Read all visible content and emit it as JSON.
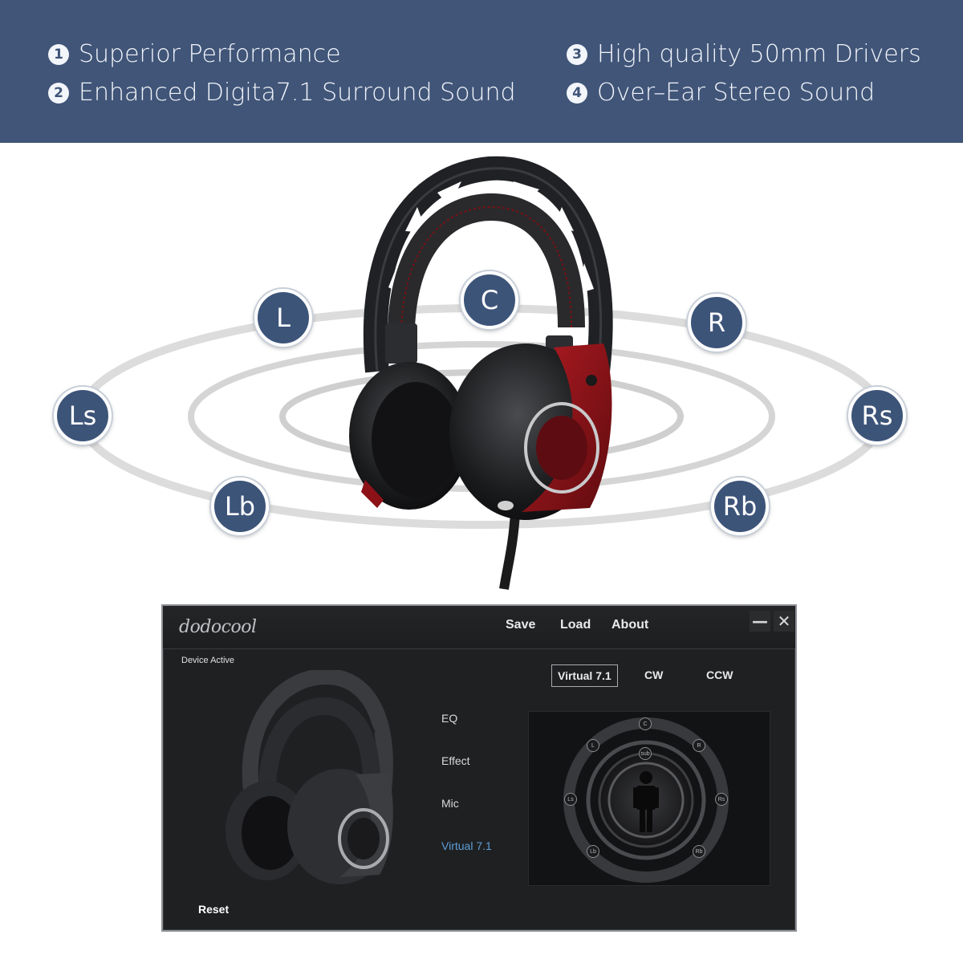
{
  "features": [
    {
      "num": "1",
      "text": "Superior Performance"
    },
    {
      "num": "2",
      "text": "Enhanced Digita7.1 Surround Sound"
    },
    {
      "num": "3",
      "text": "High quality 50mm Drivers"
    },
    {
      "num": "4",
      "text": "Over–Ear Stereo Sound"
    }
  ],
  "channels": {
    "c": "C",
    "l": "L",
    "r": "R",
    "ls": "Ls",
    "rs": "Rs",
    "lb": "Lb",
    "rb": "Rb"
  },
  "app": {
    "logo": "dodocool",
    "menu": {
      "save": "Save",
      "load": "Load",
      "about": "About"
    },
    "window": {
      "minimize": "—",
      "close": "✕"
    },
    "status": "Device Active",
    "sidebar": [
      "EQ",
      "Effect",
      "Mic",
      "Virtual 7.1"
    ],
    "active_sidebar": "Virtual 7.1",
    "tabs": [
      "Virtual 7.1",
      "CW",
      "CCW"
    ],
    "active_tab": "Virtual 7.1",
    "reset": "Reset",
    "speakers": {
      "c": "C",
      "l": "L",
      "r": "R",
      "sub": "sub",
      "ls": "Ls",
      "rs": "Rs",
      "lb": "Lb",
      "rb": "Rb"
    }
  },
  "colors": {
    "banner": "#405578",
    "badge": "#3d5479",
    "accent_red": "#8c1218",
    "active_blue": "#5d9fd8"
  }
}
